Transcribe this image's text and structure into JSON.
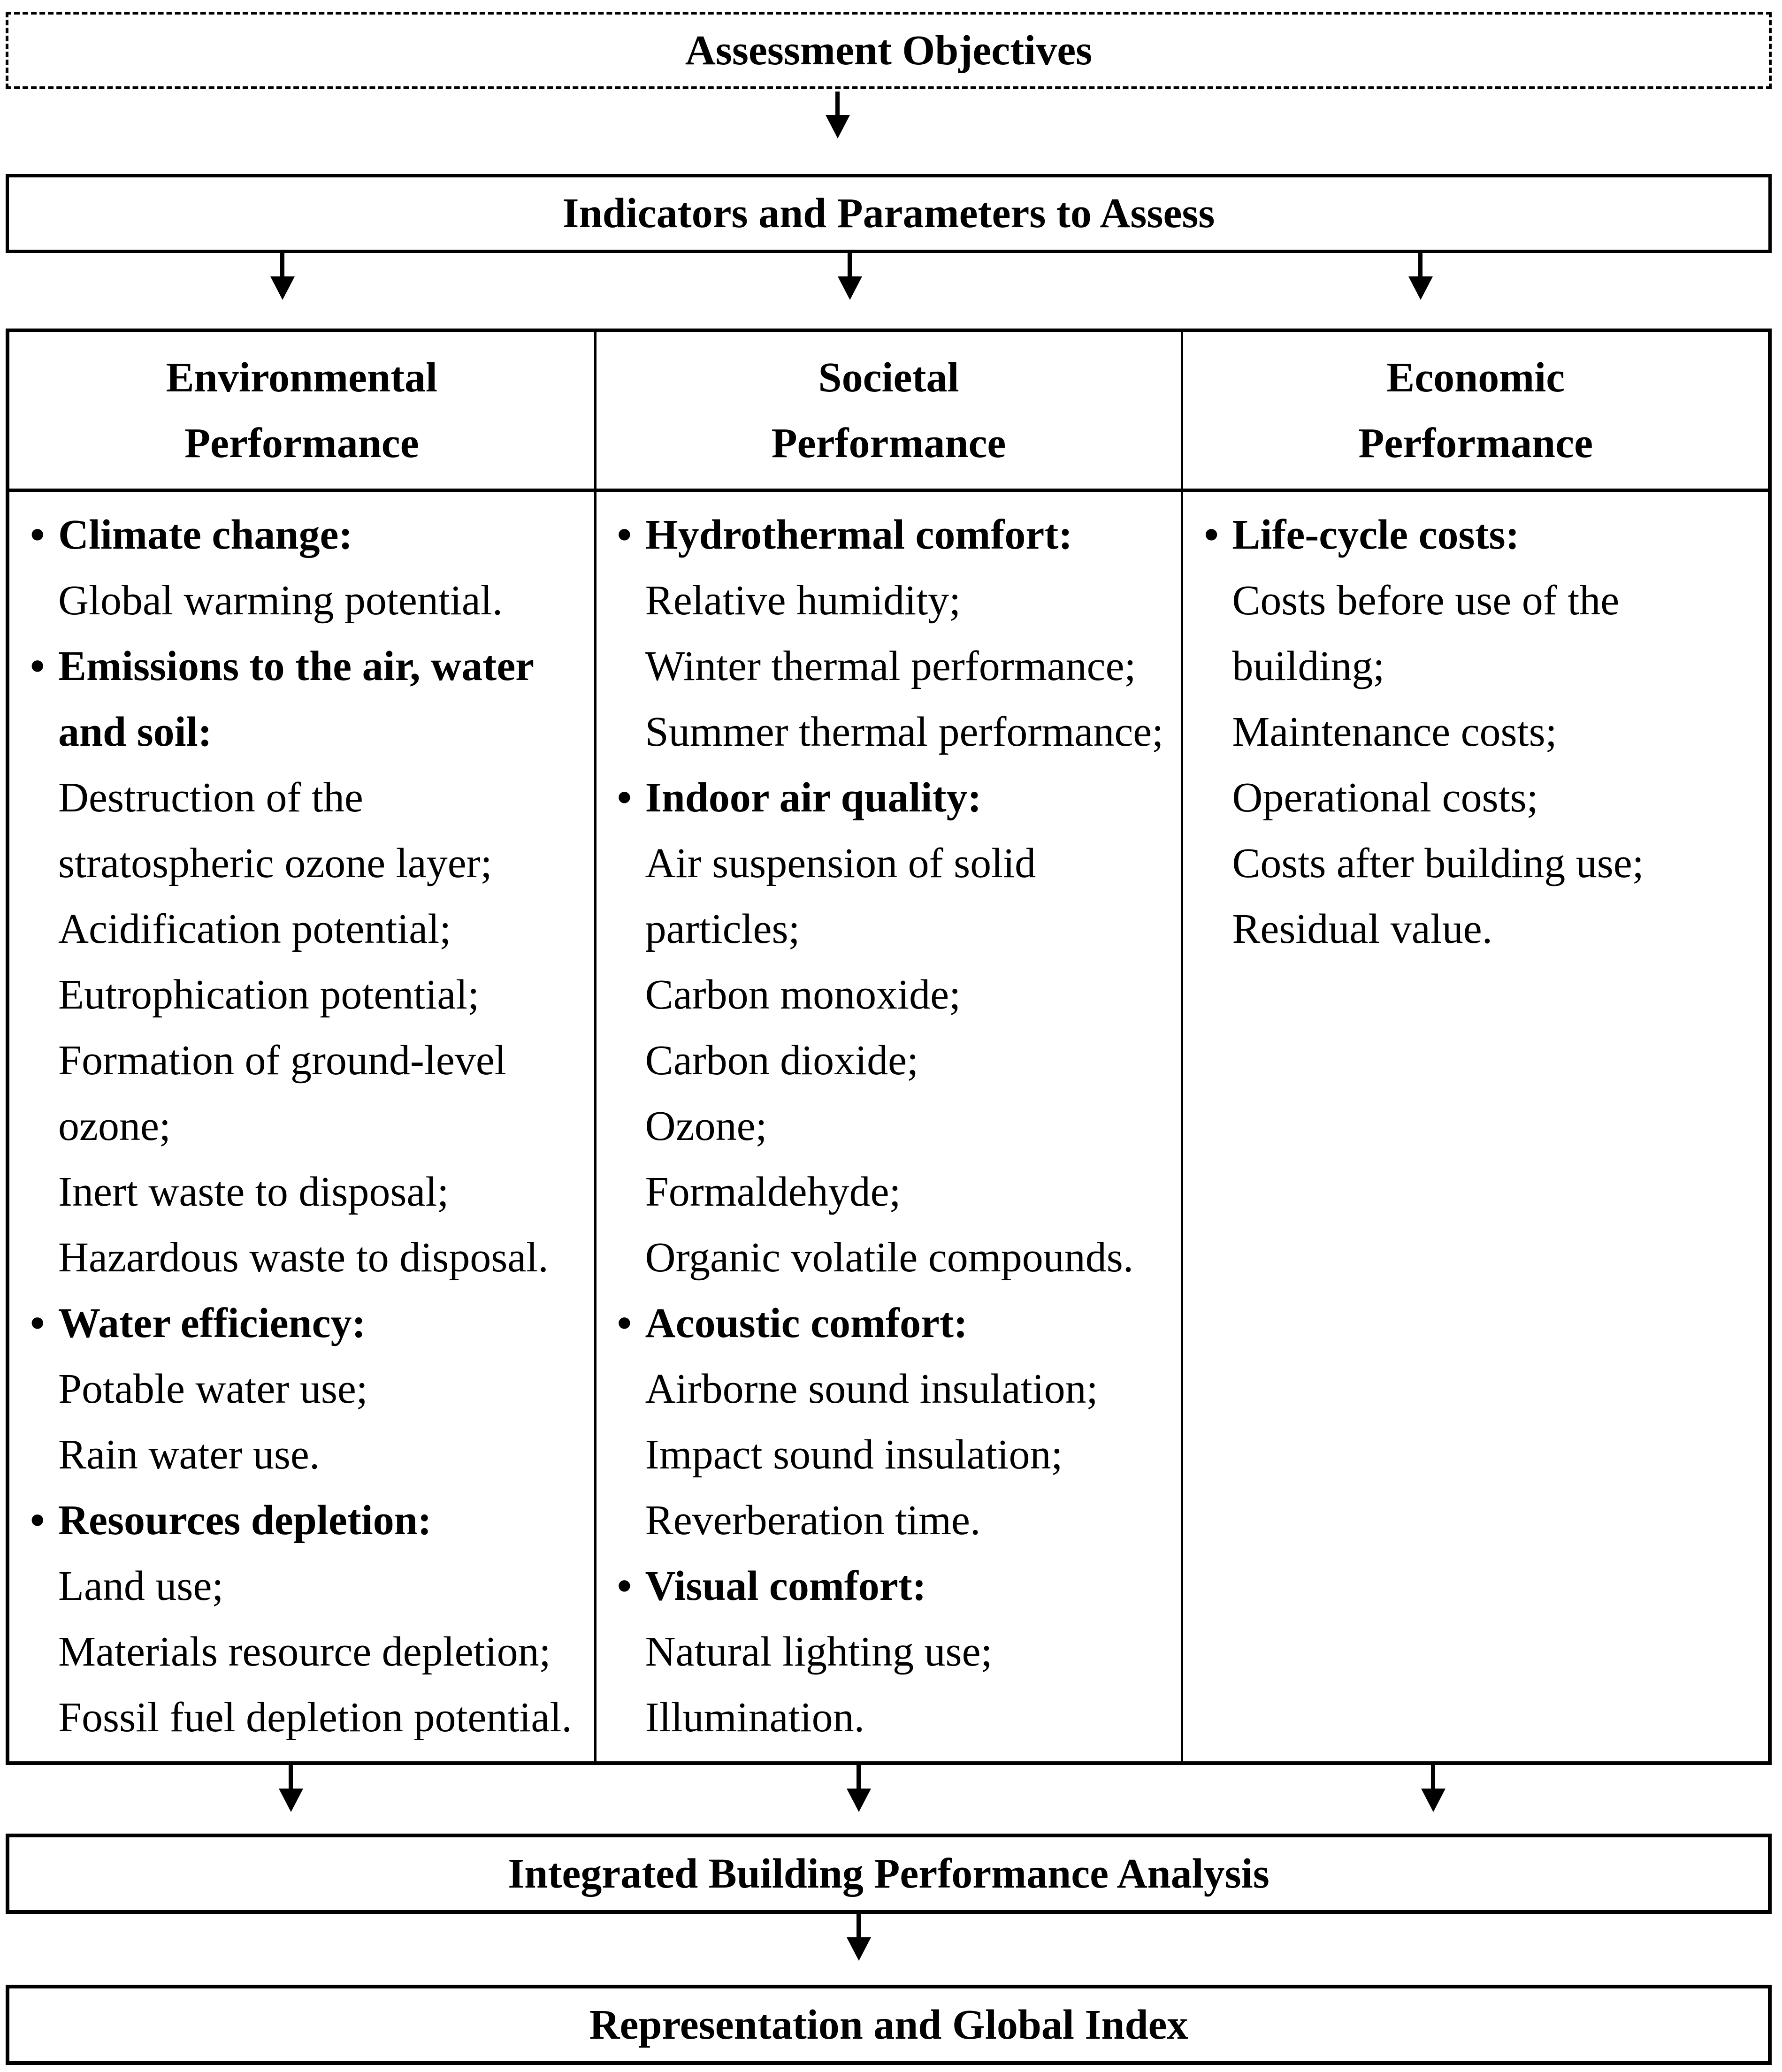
{
  "colors": {
    "ink": "#000000",
    "background": "#ffffff"
  },
  "icons": {
    "down_arrow": "▼",
    "bullet": "•"
  },
  "boxes": {
    "assessment_objectives": "Assessment Objectives",
    "indicators": "Indicators and Parameters to Assess",
    "integrated_analysis": "Integrated Building Performance Analysis",
    "representation": "Representation and Global Index"
  },
  "table": {
    "columns": [
      {
        "header_lines": [
          "Environmental",
          "Performance"
        ],
        "entries": [
          {
            "bold": true,
            "bullet": true,
            "lines": [
              "Climate change:"
            ]
          },
          {
            "bold": false,
            "bullet": false,
            "lines": [
              "Global warming potential."
            ]
          },
          {
            "bold": true,
            "bullet": true,
            "lines": [
              "Emissions to the air, water",
              "and soil:"
            ]
          },
          {
            "bold": false,
            "bullet": false,
            "lines": [
              "Destruction of the",
              "stratospheric ozone layer;"
            ]
          },
          {
            "bold": false,
            "bullet": false,
            "lines": [
              "Acidification potential;"
            ]
          },
          {
            "bold": false,
            "bullet": false,
            "lines": [
              "Eutrophication potential;"
            ]
          },
          {
            "bold": false,
            "bullet": false,
            "lines": [
              "Formation of ground-level",
              "ozone;"
            ]
          },
          {
            "bold": false,
            "bullet": false,
            "lines": [
              "Inert waste to disposal;"
            ]
          },
          {
            "bold": false,
            "bullet": false,
            "lines": [
              "Hazardous waste to disposal."
            ]
          },
          {
            "bold": true,
            "bullet": true,
            "lines": [
              "Water efficiency:"
            ]
          },
          {
            "bold": false,
            "bullet": false,
            "lines": [
              "Potable water use;"
            ]
          },
          {
            "bold": false,
            "bullet": false,
            "lines": [
              "Rain water use."
            ]
          },
          {
            "bold": true,
            "bullet": true,
            "lines": [
              "Resources depletion:"
            ]
          },
          {
            "bold": false,
            "bullet": false,
            "lines": [
              "Land use;"
            ]
          },
          {
            "bold": false,
            "bullet": false,
            "lines": [
              "Materials resource depletion;"
            ]
          },
          {
            "bold": false,
            "bullet": false,
            "lines": [
              "Fossil fuel depletion potential."
            ]
          }
        ]
      },
      {
        "header_lines": [
          "Societal",
          "Performance"
        ],
        "entries": [
          {
            "bold": true,
            "bullet": true,
            "lines": [
              "Hydrothermal comfort:"
            ]
          },
          {
            "bold": false,
            "bullet": false,
            "lines": [
              "Relative humidity;"
            ]
          },
          {
            "bold": false,
            "bullet": false,
            "lines": [
              "Winter thermal performance;"
            ]
          },
          {
            "bold": false,
            "bullet": false,
            "lines": [
              "Summer thermal performance;"
            ]
          },
          {
            "bold": true,
            "bullet": true,
            "lines": [
              "Indoor air quality:"
            ]
          },
          {
            "bold": false,
            "bullet": false,
            "lines": [
              "Air suspension of solid",
              "particles;"
            ]
          },
          {
            "bold": false,
            "bullet": false,
            "lines": [
              "Carbon monoxide;"
            ]
          },
          {
            "bold": false,
            "bullet": false,
            "lines": [
              "Carbon dioxide;"
            ]
          },
          {
            "bold": false,
            "bullet": false,
            "lines": [
              "Ozone;"
            ]
          },
          {
            "bold": false,
            "bullet": false,
            "lines": [
              "Formaldehyde;"
            ]
          },
          {
            "bold": false,
            "bullet": false,
            "lines": [
              "Organic volatile compounds."
            ]
          },
          {
            "bold": true,
            "bullet": true,
            "lines": [
              "Acoustic comfort:"
            ]
          },
          {
            "bold": false,
            "bullet": false,
            "lines": [
              "Airborne sound insulation;"
            ]
          },
          {
            "bold": false,
            "bullet": false,
            "lines": [
              "Impact sound insulation;"
            ]
          },
          {
            "bold": false,
            "bullet": false,
            "lines": [
              "Reverberation time."
            ]
          },
          {
            "bold": true,
            "bullet": true,
            "lines": [
              "Visual comfort:"
            ]
          },
          {
            "bold": false,
            "bullet": false,
            "lines": [
              "Natural lighting use;"
            ]
          },
          {
            "bold": false,
            "bullet": false,
            "lines": [
              "Illumination."
            ]
          }
        ]
      },
      {
        "header_lines": [
          "Economic",
          "Performance"
        ],
        "entries": [
          {
            "bold": true,
            "bullet": true,
            "lines": [
              "Life-cycle costs:"
            ]
          },
          {
            "bold": false,
            "bullet": false,
            "lines": [
              "Costs before use of the",
              "building;"
            ]
          },
          {
            "bold": false,
            "bullet": false,
            "lines": [
              "Maintenance costs;"
            ]
          },
          {
            "bold": false,
            "bullet": false,
            "lines": [
              "Operational costs;"
            ]
          },
          {
            "bold": false,
            "bullet": false,
            "lines": [
              "Costs after building use;"
            ]
          },
          {
            "bold": false,
            "bullet": false,
            "lines": [
              "Residual value."
            ]
          }
        ]
      }
    ]
  }
}
